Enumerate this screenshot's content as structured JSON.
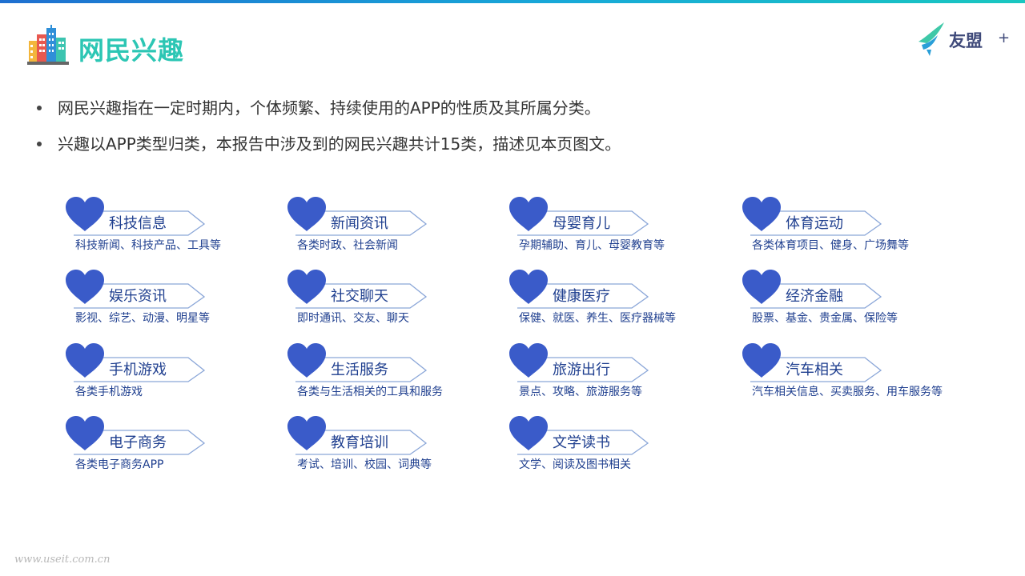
{
  "header": {
    "title": "网民兴趣",
    "brand_name": "友盟",
    "brand_plus": "+"
  },
  "bullets": [
    "网民兴趣指在一定时期内，个体频繁、持续使用的APP的性质及其所属分类。",
    "兴趣以APP类型归类，本报告中涉及到的网民兴趣共计15类，描述见本页图文。"
  ],
  "categories": [
    {
      "name": "科技信息",
      "desc": "科技新闻、科技产品、工具等"
    },
    {
      "name": "新闻资讯",
      "desc": "各类时政、社会新闻"
    },
    {
      "name": "母婴育儿",
      "desc": "孕期辅助、育儿、母婴教育等"
    },
    {
      "name": "体育运动",
      "desc": "各类体育项目、健身、广场舞等"
    },
    {
      "name": "娱乐资讯",
      "desc": "影视、综艺、动漫、明星等"
    },
    {
      "name": "社交聊天",
      "desc": "即时通讯、交友、聊天"
    },
    {
      "name": "健康医疗",
      "desc": "保健、就医、养生、医疗器械等"
    },
    {
      "name": "经济金融",
      "desc": "股票、基金、贵金属、保险等"
    },
    {
      "name": "手机游戏",
      "desc": "各类手机游戏"
    },
    {
      "name": "生活服务",
      "desc": "各类与生活相关的工具和服务"
    },
    {
      "name": "旅游出行",
      "desc": "景点、攻略、旅游服务等"
    },
    {
      "name": "汽车相关",
      "desc": "汽车相关信息、买卖服务、用车服务等"
    },
    {
      "name": "电子商务",
      "desc": "各类电子商务APP"
    },
    {
      "name": "教育培训",
      "desc": "考试、培训、校园、词典等"
    },
    {
      "name": "文学读书",
      "desc": "文学、阅读及图书相关"
    }
  ],
  "footer": {
    "watermark": "www.useit.com.cn"
  },
  "colors": {
    "title": "#2cc6b4",
    "heart": "#3a5bc9",
    "text_blue": "#1f3f8f",
    "top_bar_start": "#1e6fd0",
    "top_bar_end": "#19c7c0"
  },
  "icons": {
    "title_icon": "city-buildings-icon",
    "brand_icon": "umeng-bird-icon",
    "category_icon": "heart-icon"
  }
}
